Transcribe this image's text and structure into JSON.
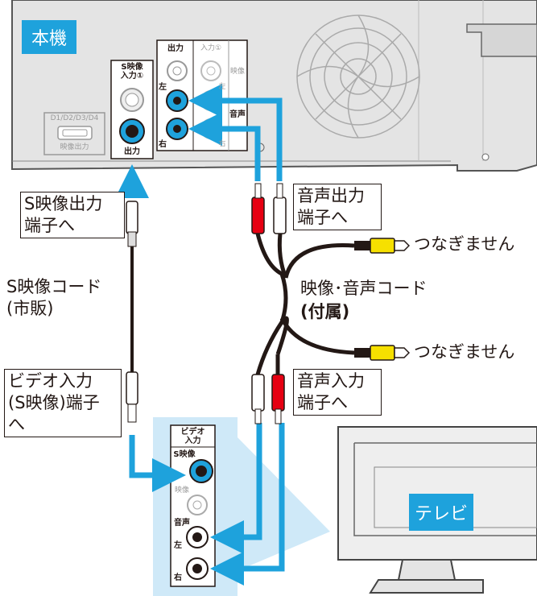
{
  "labels": {
    "unit": "本機",
    "tv": "テレビ",
    "s_video_out_terminal": "S映像出力\n端子へ",
    "s_video_cord": "S映像コード\n(市販)",
    "video_input_terminal": "ビデオ入力\n(S映像)端子\nへ",
    "audio_out_terminal": "音声出力\n端子へ",
    "av_cord": "映像･音声コード",
    "av_cord_note": "(付属)",
    "not_connected_top": "つなぎません",
    "not_connected_bottom": "つなぎません",
    "audio_in_terminal": "音声入力\n端子へ"
  },
  "recorder_panel": {
    "d_terminal_label": "D1/D2/D3/D4",
    "d_terminal_sub": "映像出力",
    "s_video_input_title": "S映像\n入力①",
    "s_video_output_label": "出力",
    "output_header": "出力",
    "input_header": "入力①",
    "video_label": "映像",
    "audio_label": "音声",
    "left_label": "左",
    "right_label": "右",
    "left_label_grey": "左",
    "right_label_grey": "右"
  },
  "tv_panel": {
    "title": "ビデオ\n入力",
    "s_video_label": "S映像",
    "video_label": "映像",
    "audio_label": "音声",
    "left_label": "左",
    "right_label": "右"
  },
  "colors": {
    "accent_blue": "#1ea2dc",
    "panel_blue": "#cfe9f8",
    "cable_dark": "#231815",
    "plug_red": "#e60012",
    "plug_yellow": "#f6e000",
    "jack_ring": "#009fd9"
  }
}
